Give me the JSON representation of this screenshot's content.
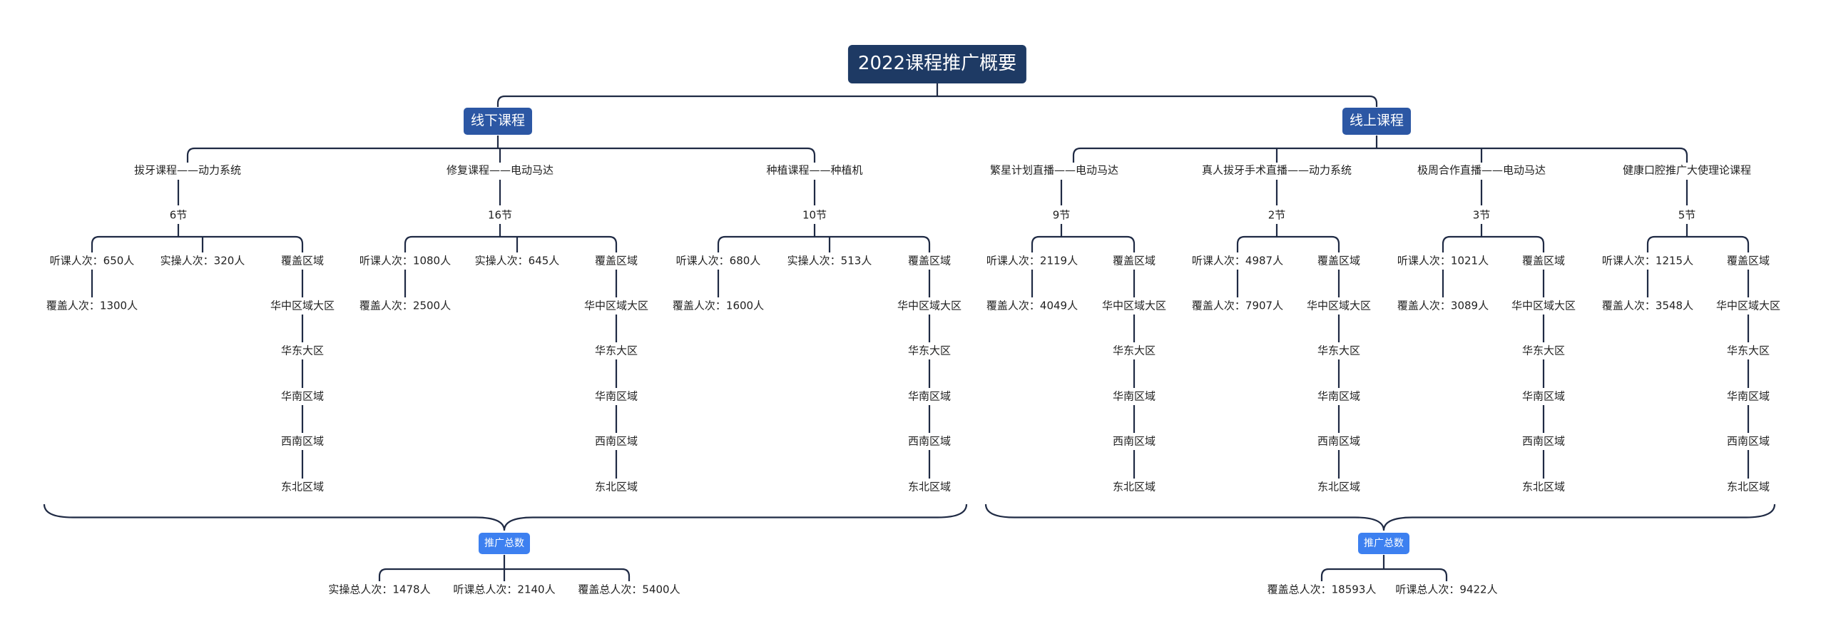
{
  "root": {
    "label": "2022课程推广概要"
  },
  "offline": {
    "label": "线下课程",
    "courses": [
      {
        "label": "拔牙课程——动力系统",
        "sessions": "6节",
        "listen": "听课人次：650人",
        "practice": "实操人次：320人",
        "coverage": "覆盖人次：1300人",
        "region_title": "覆盖区域",
        "regions": [
          "华中区域大区",
          "华东大区",
          "华南区域",
          "西南区域",
          "东北区域"
        ]
      },
      {
        "label": "修复课程——电动马达",
        "sessions": "16节",
        "listen": "听课人次：1080人",
        "practice": "实操人次：645人",
        "coverage": "覆盖人次：2500人",
        "region_title": "覆盖区域",
        "regions": [
          "华中区域大区",
          "华东大区",
          "华南区域",
          "西南区域",
          "东北区域"
        ]
      },
      {
        "label": "种植课程——种植机",
        "sessions": "10节",
        "listen": "听课人次：680人",
        "practice": "实操人次：513人",
        "coverage": "覆盖人次：1600人",
        "region_title": "覆盖区域",
        "regions": [
          "华中区域大区",
          "华东大区",
          "华南区域",
          "西南区域",
          "东北区域"
        ]
      }
    ],
    "summary": {
      "label": "推广总数",
      "items": [
        "实操总人次：1478人",
        "听课总人次：2140人",
        "覆盖总人次：5400人"
      ]
    }
  },
  "online": {
    "label": "线上课程",
    "courses": [
      {
        "label": "繁星计划直播——电动马达",
        "sessions": "9节",
        "listen": "听课人次：2119人",
        "coverage": "覆盖人次：4049人",
        "region_title": "覆盖区域",
        "regions": [
          "华中区域大区",
          "华东大区",
          "华南区域",
          "西南区域",
          "东北区域"
        ]
      },
      {
        "label": "真人拔牙手术直播——动力系统",
        "sessions": "2节",
        "listen": "听课人次：4987人",
        "coverage": "覆盖人次：7907人",
        "region_title": "覆盖区域",
        "regions": [
          "华中区域大区",
          "华东大区",
          "华南区域",
          "西南区域",
          "东北区域"
        ]
      },
      {
        "label": "极周合作直播——电动马达",
        "sessions": "3节",
        "listen": "听课人次：1021人",
        "coverage": "覆盖人次：3089人",
        "region_title": "覆盖区域",
        "regions": [
          "华中区域大区",
          "华东大区",
          "华南区域",
          "西南区域",
          "东北区域"
        ]
      },
      {
        "label": "健康口腔推广大使理论课程",
        "sessions": "5节",
        "listen": "听课人次：1215人",
        "coverage": "覆盖人次：3548人",
        "region_title": "覆盖区域",
        "regions": [
          "华中区域大区",
          "华东大区",
          "华南区域",
          "西南区域",
          "东北区域"
        ]
      }
    ],
    "summary": {
      "label": "推广总数",
      "items": [
        "覆盖总人次：18593人",
        "听课总人次：9422人"
      ]
    }
  }
}
